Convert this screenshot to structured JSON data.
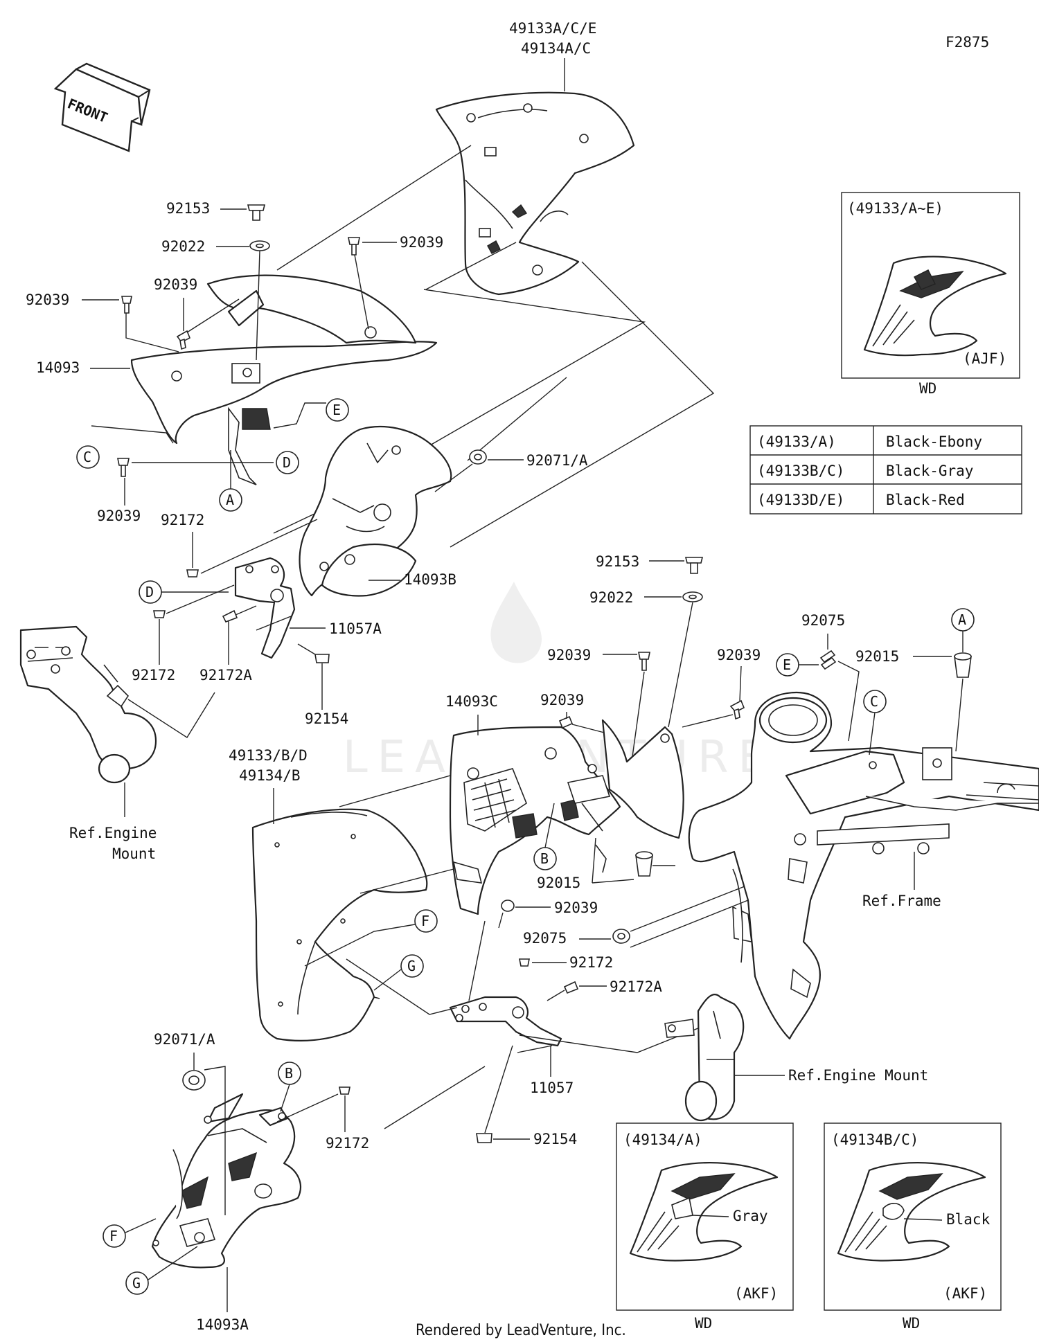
{
  "diagram_id": "F2875",
  "front_label": "FRONT",
  "footer": "Rendered by LeadVenture, Inc.",
  "watermark": "LEADVENTURE",
  "color_table": {
    "rows": [
      {
        "code": "(49133/A)",
        "color": "Black-Ebony"
      },
      {
        "code": "(49133B/C)",
        "color": "Black-Gray"
      },
      {
        "code": "(49133D/E)",
        "color": "Black-Red"
      }
    ]
  },
  "insets": [
    {
      "title": "(49133/A~E)",
      "code": "(AJF)",
      "caption": "WD",
      "color_label": ""
    },
    {
      "title": "(49134/A)",
      "code": "(AKF)",
      "caption": "WD",
      "color_label": "Gray"
    },
    {
      "title": "(49134B/C)",
      "code": "(AKF)",
      "caption": "WD",
      "color_label": "Black"
    }
  ],
  "part_labels": {
    "p49133ace": "49133A/C/E",
    "p49134ac": "49134A/C",
    "p92153a": "92153",
    "p92022a": "92022",
    "p92039a": "92039",
    "p92039b": "92039",
    "p92039c": "92039",
    "p14093": "14093",
    "p92039d": "92039",
    "p92071a_top": "92071/A",
    "p92172a": "92172",
    "p14093b": "14093B",
    "p11057a": "11057A",
    "p92172b": "92172",
    "p92172a_a": "92172A",
    "p92154a": "92154",
    "p92153b": "92153",
    "p92022b": "92022",
    "p92039e": "92039",
    "p92039f": "92039",
    "p92039g": "92039",
    "p92075a": "92075",
    "p92015a": "92015",
    "p14093c": "14093C",
    "p49133bd": "49133/B/D",
    "p49134b": "49134/B",
    "p92015b": "92015",
    "p92039h": "92039",
    "p92075b": "92075",
    "p92172c": "92172",
    "p92172a_b": "92172A",
    "p11057": "11057",
    "p92154b": "92154",
    "p92071a_bot": "92071/A",
    "p92172d": "92172",
    "p14093a": "14093A",
    "ref_engine_mount_1a": "Ref.Engine",
    "ref_engine_mount_1b": "Mount",
    "ref_frame": "Ref.Frame",
    "ref_engine_mount_2": "Ref.Engine Mount"
  },
  "callouts": {
    "A": "A",
    "B": "B",
    "C": "C",
    "D": "D",
    "E": "E",
    "F": "F",
    "G": "G"
  }
}
